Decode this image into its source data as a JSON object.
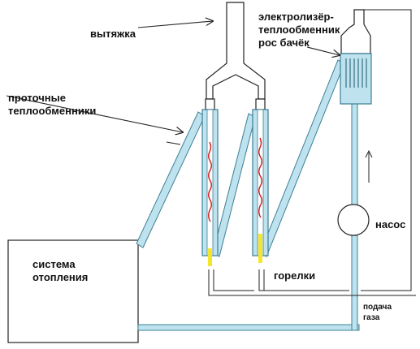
{
  "labels": {
    "vytyazhka": "вытяжка",
    "heat_exchangers": "проточные\nтеплообменники",
    "electrolyzer": "электролизёр-\nтеплообменник\nрос бачёк",
    "heating_system": "система\nотопления",
    "pump": "насос",
    "burners": "горелки",
    "gas_supply": "подача\nгаза"
  },
  "colors": {
    "pipe_fill": "#bfe3ee",
    "pipe_stroke": "#3c7f96",
    "line": "#222222",
    "flame_red": "#d01818",
    "flame_yellow": "#f4e62a"
  }
}
